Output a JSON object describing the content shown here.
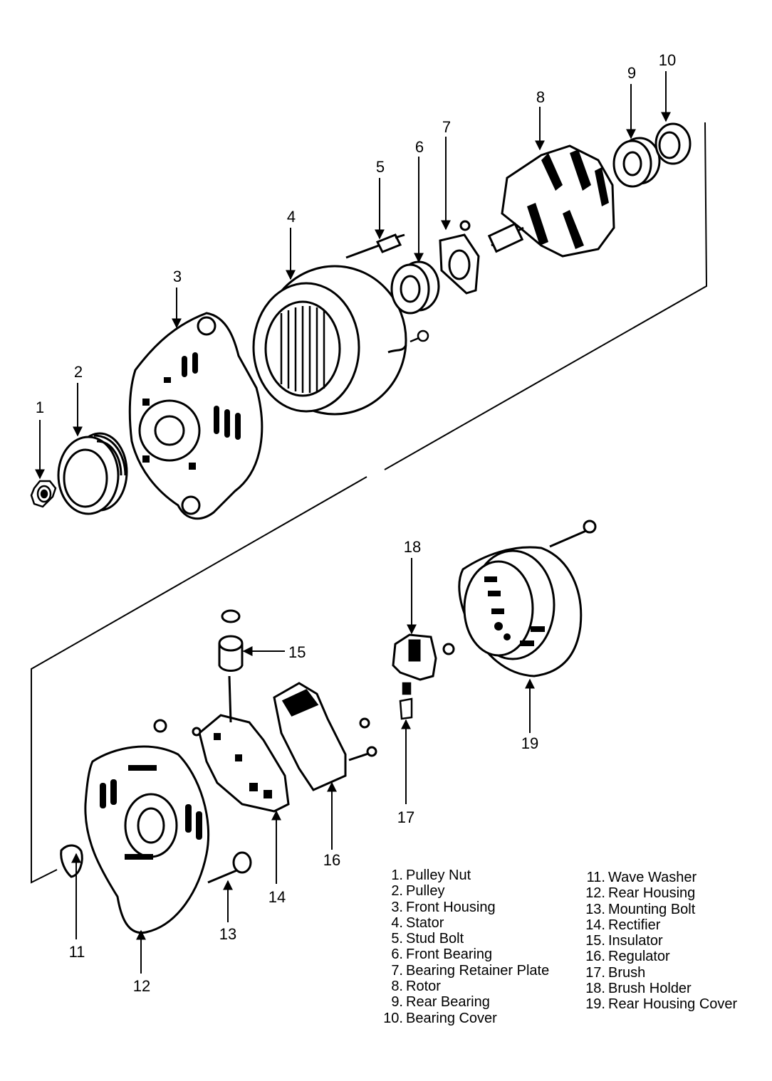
{
  "callouts": {
    "c1": "1",
    "c2": "2",
    "c3": "3",
    "c4": "4",
    "c5": "5",
    "c6": "6",
    "c7": "7",
    "c8": "8",
    "c9": "9",
    "c10": "10",
    "c11": "11",
    "c12": "12",
    "c13": "13",
    "c14": "14",
    "c15": "15",
    "c16": "16",
    "c17": "17",
    "c18": "18",
    "c19": "19"
  },
  "legend_left": [
    {
      "num": "1.",
      "label": "Pulley Nut"
    },
    {
      "num": "2.",
      "label": "Pulley"
    },
    {
      "num": "3.",
      "label": "Front Housing"
    },
    {
      "num": "4.",
      "label": "Stator"
    },
    {
      "num": "5.",
      "label": "Stud Bolt"
    },
    {
      "num": "6.",
      "label": "Front Bearing"
    },
    {
      "num": "7.",
      "label": "Bearing Retainer Plate"
    },
    {
      "num": "8.",
      "label": "Rotor"
    },
    {
      "num": "9.",
      "label": "Rear Bearing"
    },
    {
      "num": "10.",
      "label": "Bearing Cover"
    }
  ],
  "legend_right": [
    {
      "num": "11.",
      "label": "Wave Washer"
    },
    {
      "num": "12.",
      "label": "Rear Housing"
    },
    {
      "num": "13.",
      "label": "Mounting Bolt"
    },
    {
      "num": "14.",
      "label": "Rectifier"
    },
    {
      "num": "15.",
      "label": "Insulator"
    },
    {
      "num": "16.",
      "label": "Regulator"
    },
    {
      "num": "17.",
      "label": "Brush"
    },
    {
      "num": "18.",
      "label": "Brush Holder"
    },
    {
      "num": "19.",
      "label": "Rear Housing Cover"
    }
  ]
}
